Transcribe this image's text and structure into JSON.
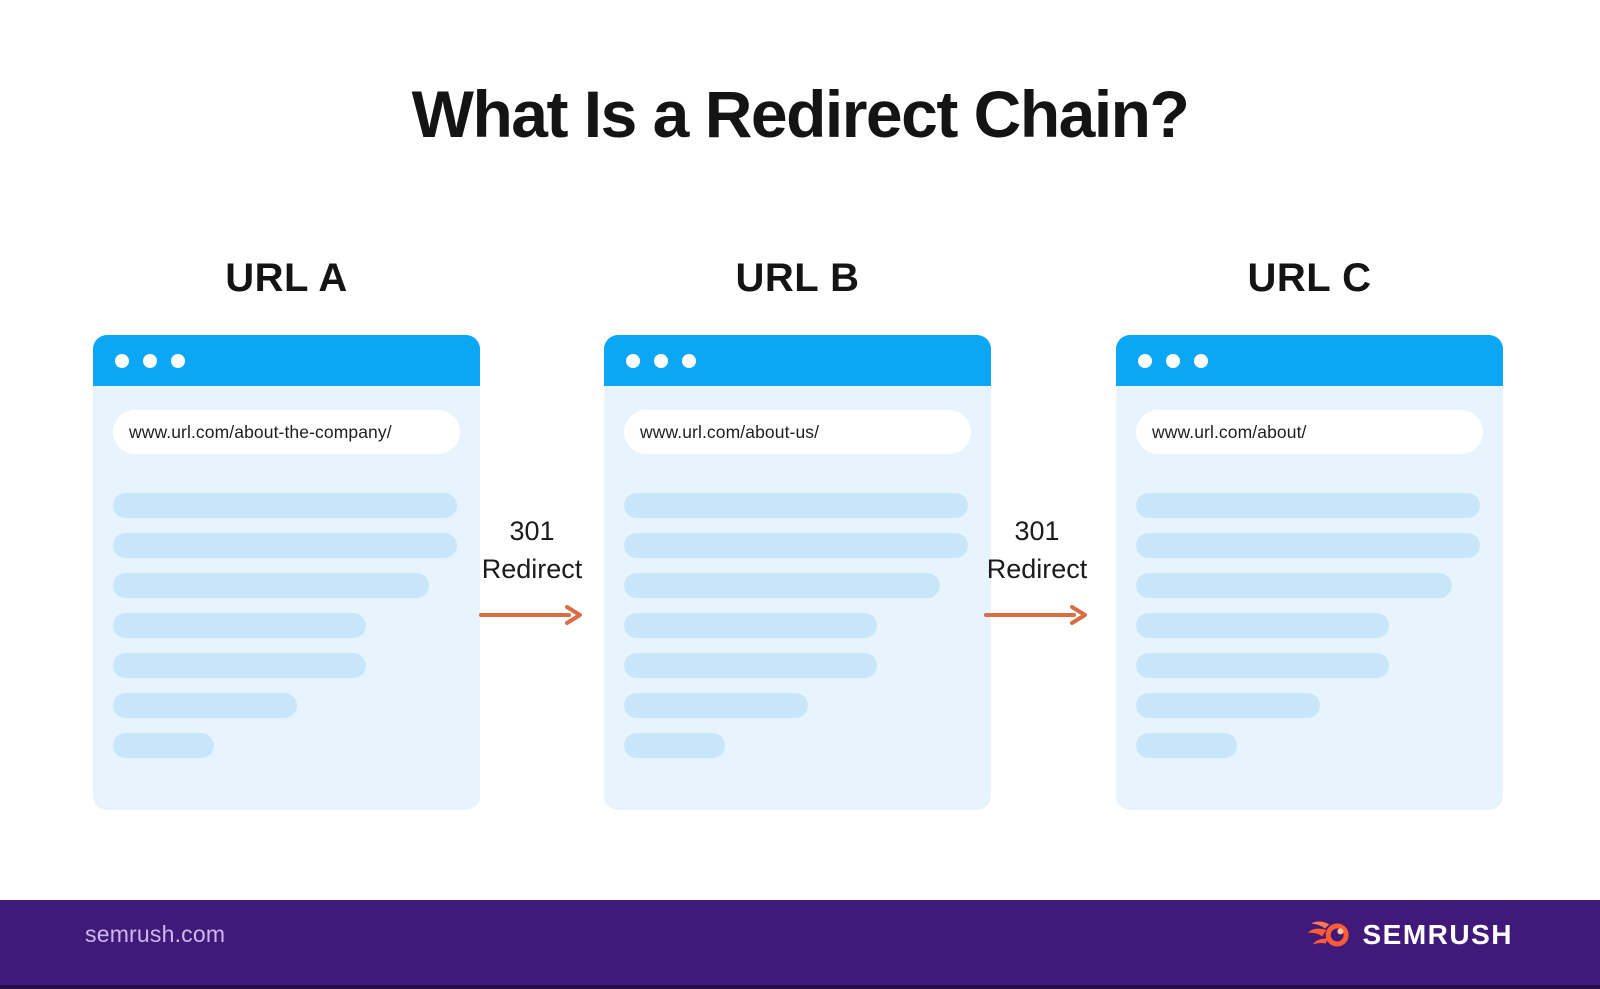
{
  "title": "What Is a Redirect Chain?",
  "browsers": [
    {
      "label": "URL A",
      "url": "www.url.com/about-the-company/"
    },
    {
      "label": "URL B",
      "url": "www.url.com/about-us/"
    },
    {
      "label": "URL C",
      "url": "www.url.com/about/"
    }
  ],
  "connectors": [
    {
      "line1": "301",
      "line2": "Redirect"
    },
    {
      "line1": "301",
      "line2": "Redirect"
    }
  ],
  "skeleton_line_widths_pct": [
    99,
    99,
    91,
    73,
    73,
    53,
    29
  ],
  "footer": {
    "site": "semrush.com",
    "brand": "SEMRUSH"
  },
  "colors": {
    "bg": "#ffffff",
    "ink": "#141414",
    "header_blue": "#0ba6f4",
    "body_blue": "#e7f4fd",
    "line_blue": "#c8e6f9",
    "arrow_orange": "#d96e44",
    "purple": "#41197b",
    "logo_orange": "#ff5c33",
    "logo_highlight": "#ffc2a1",
    "site_text": "#cdb9e9"
  }
}
